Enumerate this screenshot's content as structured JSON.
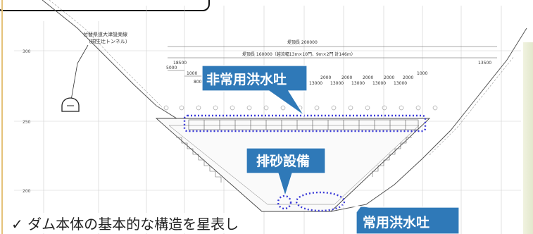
{
  "diagram": {
    "tunnel_label_line1": "付替県道大津設楽線",
    "tunnel_label_line2": "（桐生辻トンネル）",
    "crest_length_label": "堤頂長  200000",
    "spillway_span_label": "堤頂長  160000（越流幅13m×10門、9m×2門  計146m）",
    "dim_left": "18500",
    "dim_right": "13500",
    "dim_5000": "5000",
    "dim_1000": "1000",
    "dim_800": "800",
    "dim_2000": "2000",
    "dim_13000": "13000",
    "elevations": [
      "300",
      "250",
      "200"
    ],
    "callout_emergency": "非常用洪水吐",
    "callout_sediment": "排砂設備",
    "callout_normal": "常用洪水吐",
    "callout_color": "#2f79b8",
    "highlight_color": "#3a3ad8"
  },
  "slide": {
    "bullet_text": "✓ ダム本体の基本的な構造を星表し"
  }
}
